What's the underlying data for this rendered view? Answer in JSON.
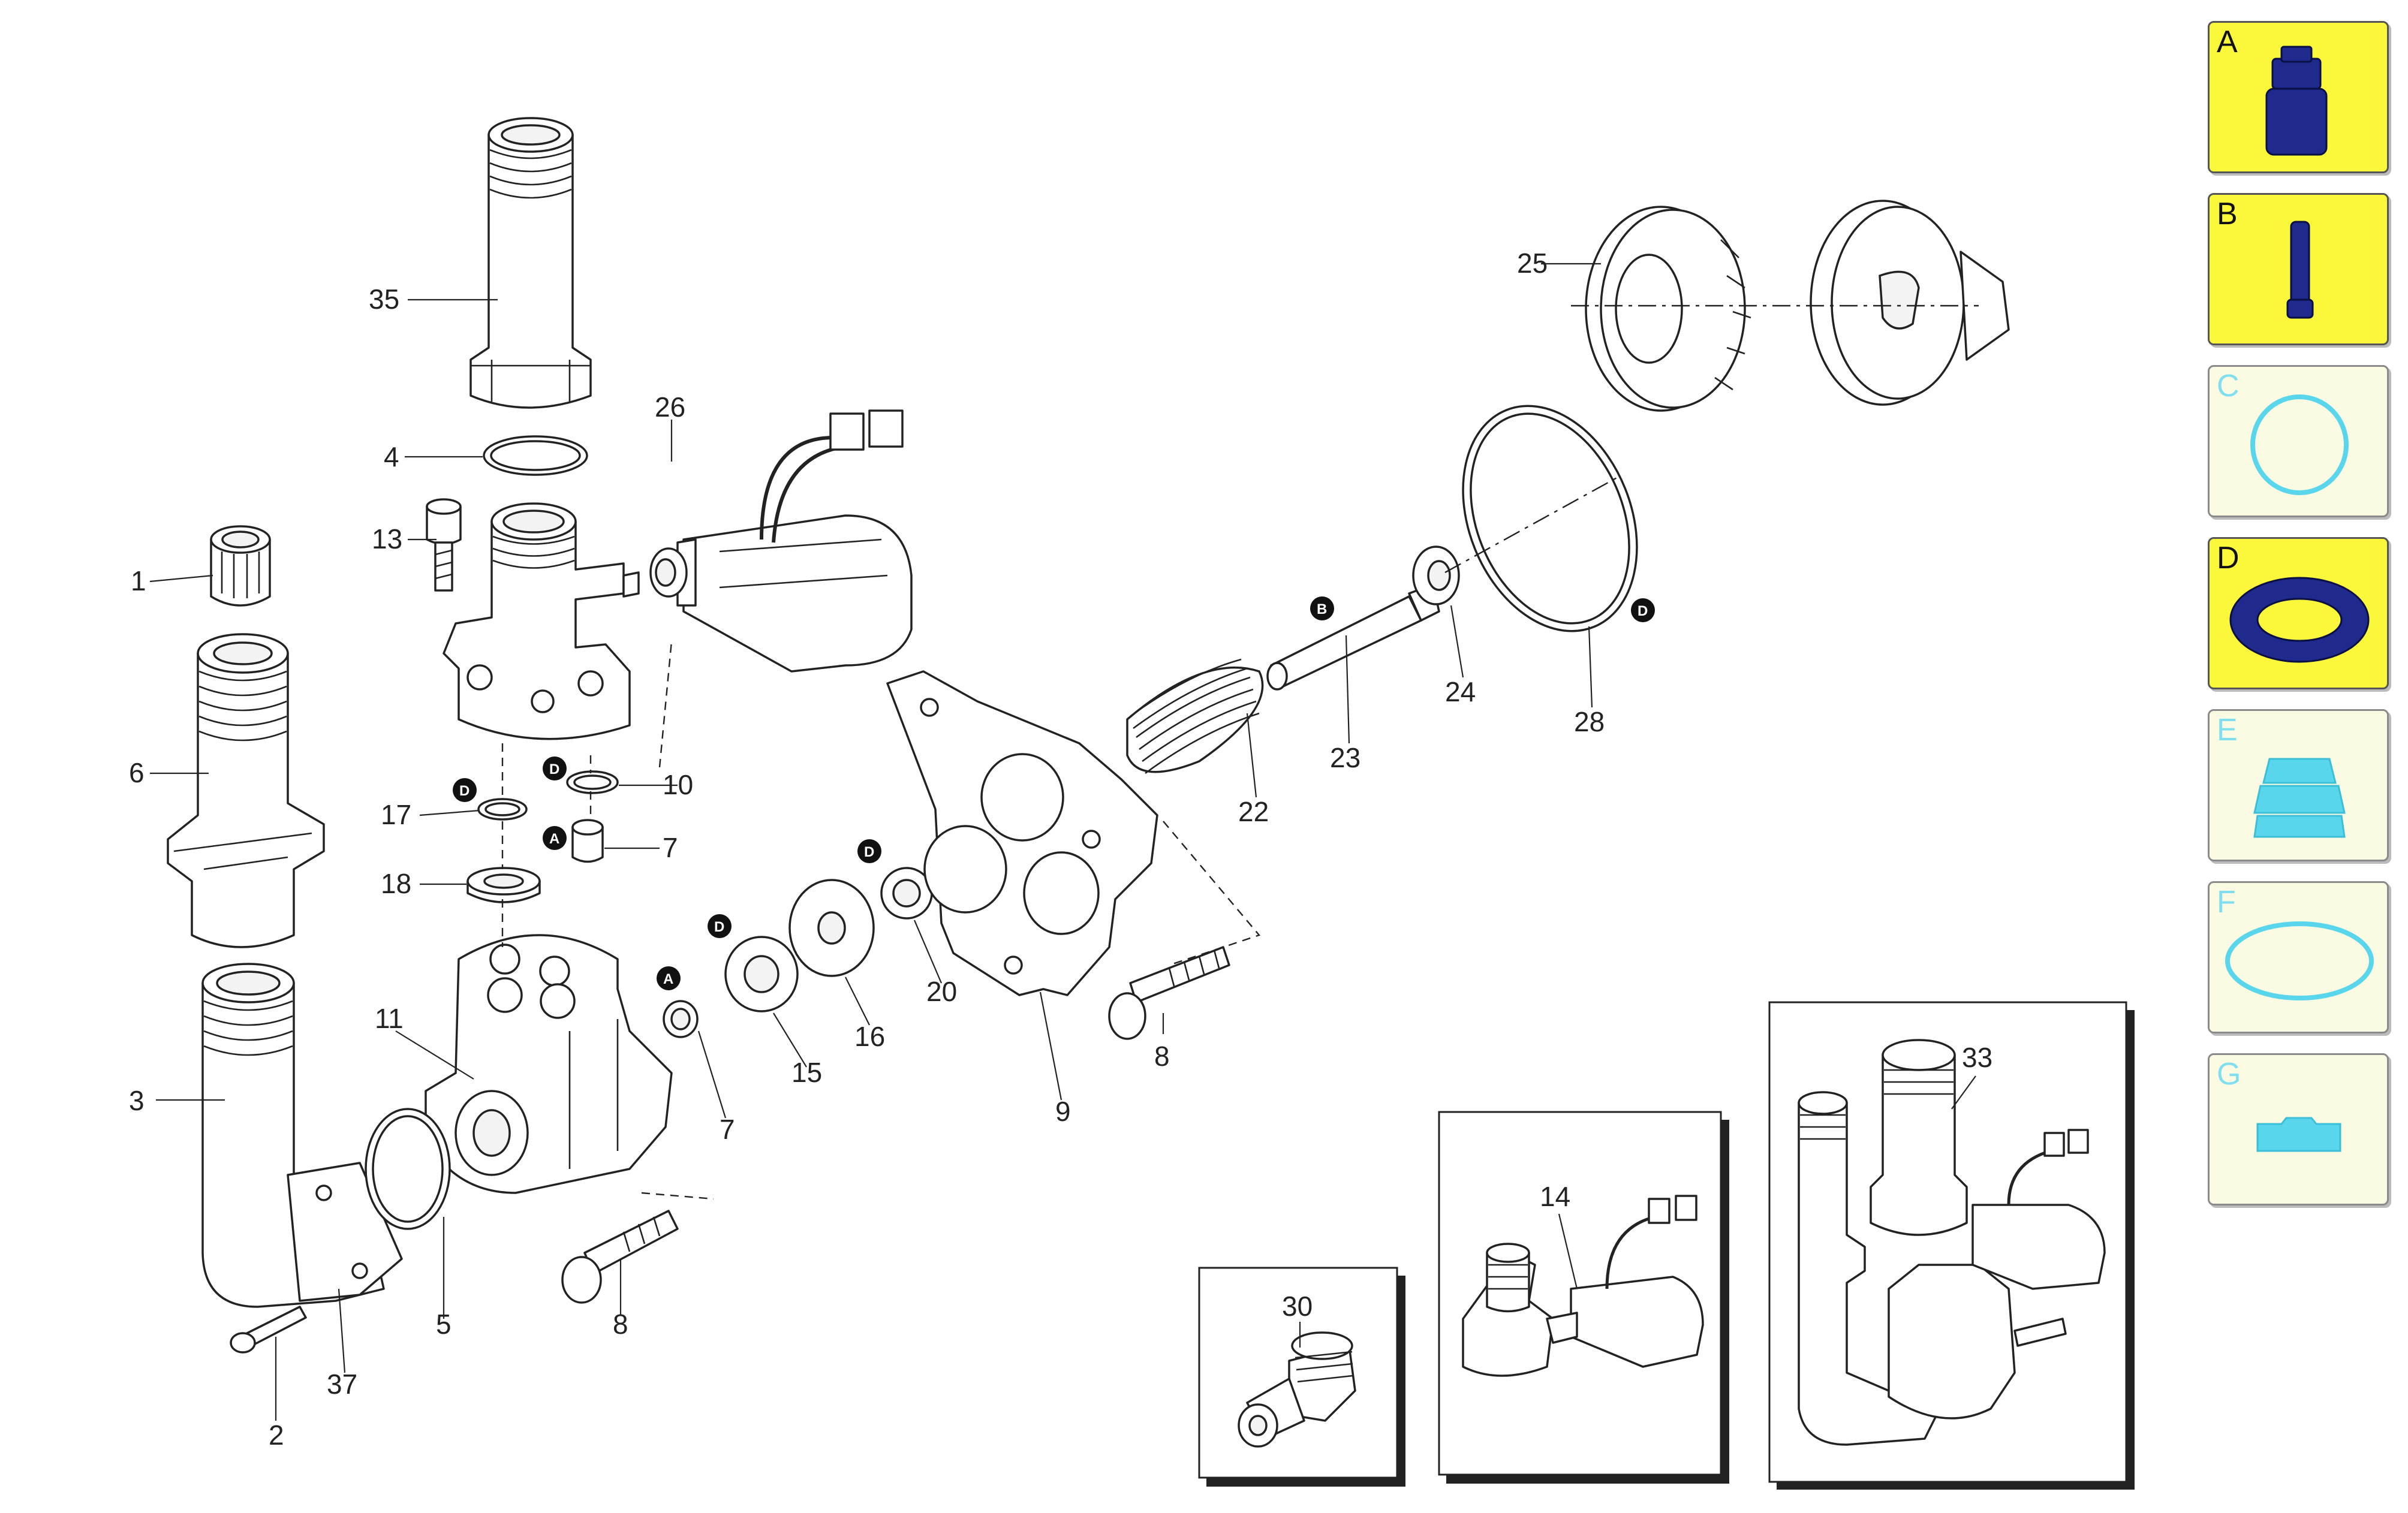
{
  "labels": {
    "p1": "1",
    "p2": "2",
    "p3": "3",
    "p4": "4",
    "p5": "5",
    "p6": "6",
    "p7a": "7",
    "p7b": "7",
    "p8a": "8",
    "p8b": "8",
    "p9": "9",
    "p10": "10",
    "p11": "11",
    "p13": "13",
    "p14": "14",
    "p15": "15",
    "p16": "16",
    "p17": "17",
    "p18": "18",
    "p20": "20",
    "p22": "22",
    "p23": "23",
    "p24": "24",
    "p25": "25",
    "p26": "26",
    "p28": "28",
    "p30": "30",
    "p33": "33",
    "p35": "35",
    "p37": "37"
  },
  "markers": {
    "a1": "A",
    "a2": "A",
    "b1": "B",
    "d1": "D",
    "d2": "D",
    "d3": "D",
    "d4": "D",
    "d5": "D"
  },
  "legend": [
    {
      "letter": "A",
      "active": true,
      "icon": "valve-insert-icon"
    },
    {
      "letter": "B",
      "active": true,
      "icon": "piston-icon"
    },
    {
      "letter": "C",
      "active": false,
      "icon": "gasket-icon"
    },
    {
      "letter": "D",
      "active": true,
      "icon": "seal-ring-icon"
    },
    {
      "letter": "E",
      "active": false,
      "icon": "bellows-icon"
    },
    {
      "letter": "F",
      "active": false,
      "icon": "o-ring-icon"
    },
    {
      "letter": "G",
      "active": false,
      "icon": "washer-icon"
    }
  ],
  "colors": {
    "active_panel": "#fbf73a",
    "inactive_panel": "#fbfae2",
    "active_icon": "#1f2a8c",
    "inactive_icon": "#5ad6ec"
  }
}
